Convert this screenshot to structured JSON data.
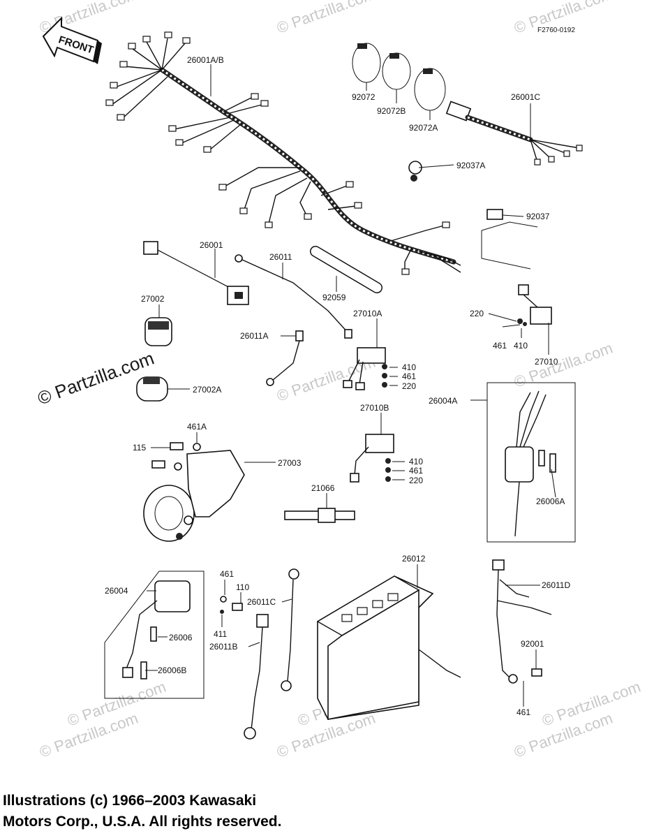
{
  "figure_code": "F2760-0192",
  "front_arrow_label": "FRONT",
  "watermarks": [
    "© Partzilla.com",
    "© Partzilla.com",
    "© Partzilla.com",
    "© Partzilla.com",
    "© Partzilla.com",
    "© Partzilla.com",
    "© Partzilla.com",
    "© Partzilla.com",
    "© Partzilla.com",
    "© Partzilla.com",
    "© Partzilla.com"
  ],
  "watermark_main": "© Partzilla.com",
  "callouts": {
    "p26001AB": "26001A/B",
    "p92072": "92072",
    "p92072B": "92072B",
    "p92072A": "92072A",
    "p26001C": "26001C",
    "p92037A": "92037A",
    "p92037": "92037",
    "p26001": "26001",
    "p26011": "26011",
    "p92059": "92059",
    "p27002": "27002",
    "p26011A": "26011A",
    "p27010A": "27010A",
    "p410a": "410",
    "p461a": "461",
    "p220a": "220",
    "p220b": "220",
    "p461b": "461",
    "p410b": "410",
    "p27010": "27010",
    "p27002A": "27002A",
    "p26004A": "26004A",
    "p27010B": "27010B",
    "p410c": "410",
    "p461c": "461",
    "p220c": "220",
    "p461A": "461A",
    "p115": "115",
    "p27003": "27003",
    "p21066": "21066",
    "p26006A": "26006A",
    "p26012": "26012",
    "p26004": "26004",
    "p461d": "461",
    "p110": "110",
    "p26011C": "26011C",
    "p411": "411",
    "p26006": "26006",
    "p26011B": "26011B",
    "p26006B": "26006B",
    "p26011D": "26011D",
    "p92001": "92001",
    "p461e": "461"
  },
  "copyright_line1": "Illustrations (c) 1966–2003 Kawasaki",
  "copyright_line2": "Motors Corp., U.S.A.  All rights reserved."
}
